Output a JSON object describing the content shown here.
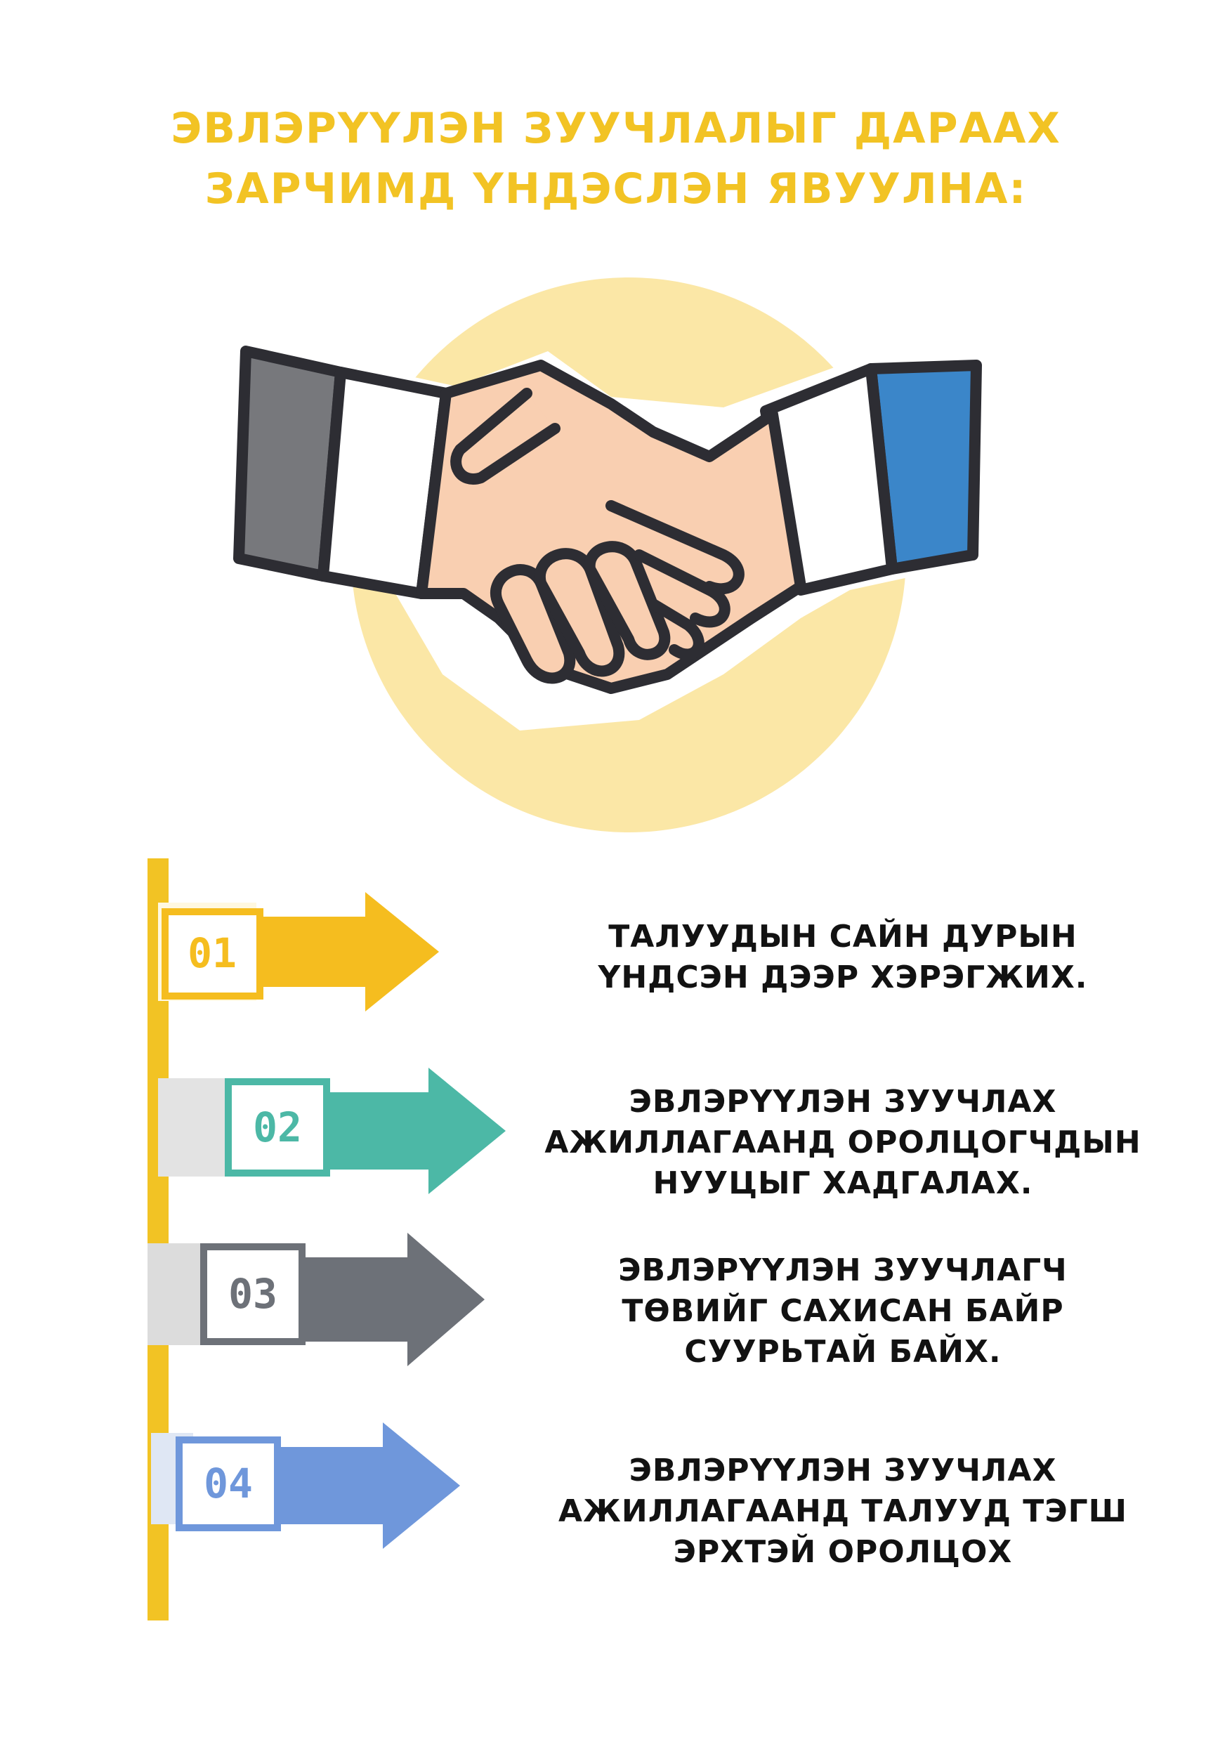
{
  "heading": {
    "line1": "ЭВЛЭРҮҮЛЭН ЗУУЧЛАЛЫГ ДАРААХ",
    "line2": "ЗАРЧИМД ҮНДЭСЛЭН ЯВУУЛНА:"
  },
  "hero": {
    "icon": "handshake-icon"
  },
  "colors": {
    "heading": "#f2c324",
    "step1": "#f5bd1f",
    "step2": "#4cb8a6",
    "step3": "#6d7178",
    "step4": "#6f97db",
    "timeline": "#f2c324"
  },
  "steps": [
    {
      "number": "01",
      "lines": [
        "ТАЛУУДЫН САЙН ДУРЫН",
        "ҮНДСЭН ДЭЭР ХЭРЭГЖИХ."
      ]
    },
    {
      "number": "02",
      "lines": [
        "ЭВЛЭРҮҮЛЭН ЗУУЧЛАХ",
        "АЖИЛЛАГААНД ОРОЛЦОГЧДЫН",
        "НУУЦЫГ ХАДГАЛАХ."
      ]
    },
    {
      "number": "03",
      "lines": [
        "ЭВЛЭРҮҮЛЭН ЗУУЧЛАГЧ",
        "ТӨВИЙГ САХИСАН БАЙР",
        "СУУРЬТАЙ БАЙХ."
      ]
    },
    {
      "number": "04",
      "lines": [
        "ЭВЛЭРҮҮЛЭН ЗУУЧЛАХ",
        "АЖИЛЛАГААНД ТАЛУУД ТЭГШ",
        "ЭРХТЭЙ ОРОЛЦОХ"
      ]
    }
  ]
}
